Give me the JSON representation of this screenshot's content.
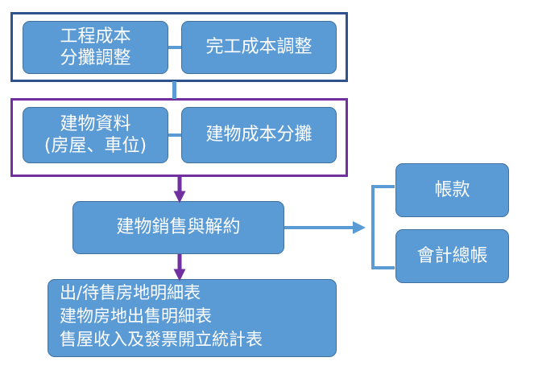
{
  "boxes": {
    "engineering_cost_allocation": "工程成本\n分攤調整",
    "completion_cost_adjustment": "完工成本調整",
    "building_data": "建物資料\n(房屋、車位)",
    "building_cost_allocation": "建物成本分攤",
    "sales_and_termination": "建物銷售與解約",
    "accounts": "帳款",
    "general_ledger": "會計總帳"
  },
  "reports": [
    "出/待售房地明細表",
    "建物房地出售明細表",
    "售屋收入及發票開立統計表"
  ],
  "colors": {
    "box_fill": "#5b9bd5",
    "box_border": "#41719c",
    "frame_blue": "#2f528f",
    "frame_purple": "#7030a0",
    "arrow_purple": "#7030a0"
  }
}
